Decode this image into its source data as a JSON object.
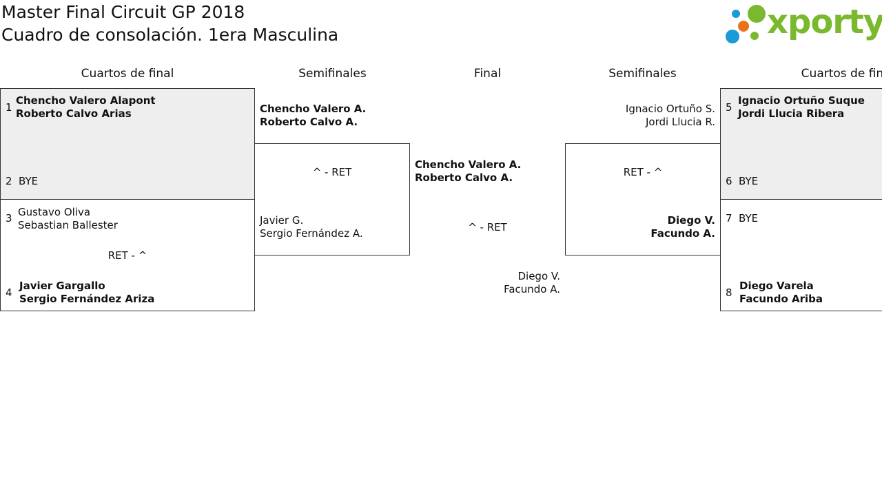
{
  "header": {
    "title_line1": "Master Final Circuit GP 2018",
    "title_line2": "Cuadro de consolación. 1era Masculina",
    "logo_text": "xporty"
  },
  "rounds": {
    "left_qf": "Cuartos de final",
    "left_sf": "Semifinales",
    "final": "Final",
    "right_sf": "Semifinales",
    "right_qf": "Cuartos de final"
  },
  "left_qf": {
    "m1": {
      "seed_a": "1",
      "a1": "Chencho Valero Alapont",
      "a2": "Roberto Calvo Arias",
      "seed_b": "2",
      "b1": "BYE"
    },
    "m2": {
      "seed_a": "3",
      "a1": "Gustavo Oliva",
      "a2": "Sebastian Ballester",
      "score": "RET - ^",
      "seed_b": "4",
      "b1": "Javier Gargallo",
      "b2": "Sergio Fernández Ariza"
    }
  },
  "left_sf": {
    "a1": "Chencho Valero A.",
    "a2": "Roberto Calvo A.",
    "score": "^ - RET",
    "b1": "Javier G.",
    "b2": "Sergio Fernández A."
  },
  "final": {
    "a1": "Chencho Valero A.",
    "a2": "Roberto Calvo A.",
    "score": "^ - RET",
    "b1": "Diego V.",
    "b2": "Facundo A."
  },
  "right_sf": {
    "a1": "Ignacio Ortuño S.",
    "a2": "Jordi Llucia R.",
    "score": "RET - ^",
    "b1": "Diego V.",
    "b2": "Facundo A."
  },
  "right_qf": {
    "m1": {
      "seed_a": "5",
      "a1": "Ignacio Ortuño Suque",
      "a2": "Jordi Llucia Ribera",
      "seed_b": "6",
      "b1": "BYE"
    },
    "m2": {
      "seed_a": "7",
      "a1": "BYE",
      "seed_b": "8",
      "b1": "Diego Varela",
      "b2": "Facundo Ariba"
    }
  }
}
